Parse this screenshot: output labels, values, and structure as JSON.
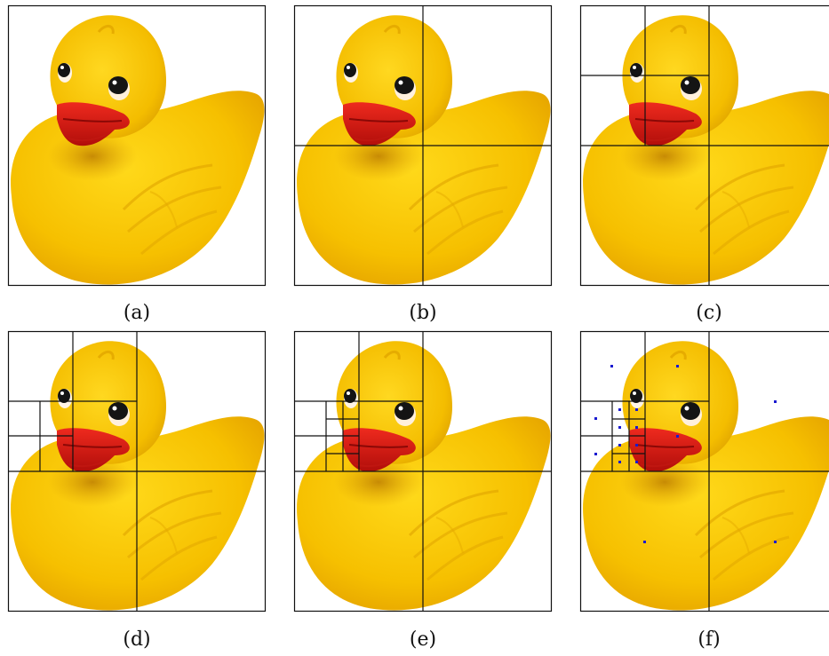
{
  "captions": [
    "(a)",
    "(b)",
    "(c)",
    "(d)",
    "(e)",
    "(f)"
  ],
  "colors": {
    "duck_body": "#f6c600",
    "duck_body_dark": "#e8a400",
    "duck_shadow": "#c98a00",
    "beak": "#d81a12",
    "beak_dark": "#9a0b08",
    "eye_white": "#fff4e6",
    "eye_black": "#141414",
    "grid_line": "#111111",
    "sample_point": "#1a1ad0",
    "background": "#ffffff"
  }
}
